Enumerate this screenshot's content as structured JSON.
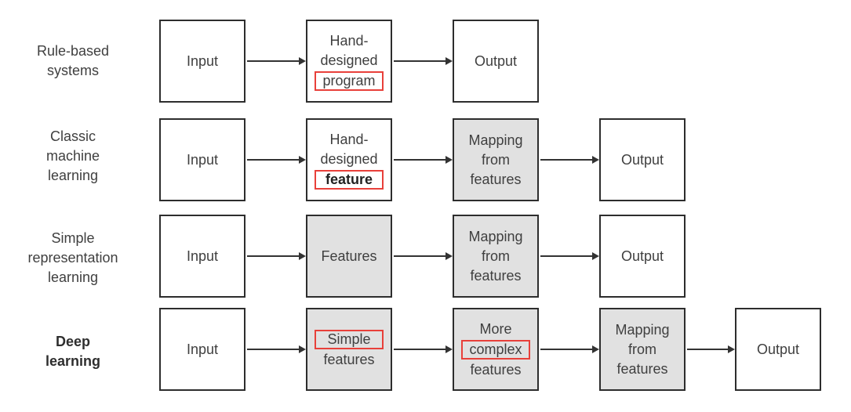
{
  "colors": {
    "box_border": "#2d2d2d",
    "box_fill": "#ffffff",
    "box_fill_shaded": "#e1e1e1",
    "highlight_border": "#e8403a",
    "text": "#3f3f3f",
    "arrow": "#333333"
  },
  "highlighted_words": [
    "program",
    "feature",
    "Simple",
    "complex"
  ],
  "rows": [
    {
      "label_lines": [
        "Rule-based",
        "systems"
      ],
      "boxes": [
        {
          "lines": [
            "Input"
          ]
        },
        {
          "lines": [
            "Hand-",
            "designed",
            "program"
          ]
        },
        {
          "lines": [
            "Output"
          ]
        }
      ]
    },
    {
      "label_lines": [
        "Classic",
        "machine",
        "learning"
      ],
      "boxes": [
        {
          "lines": [
            "Input"
          ]
        },
        {
          "lines": [
            "Hand-",
            "designed",
            "feature"
          ]
        },
        {
          "lines": [
            "Mapping",
            "from",
            "features"
          ]
        },
        {
          "lines": [
            "Output"
          ]
        }
      ]
    },
    {
      "label_lines": [
        "Simple",
        "representation",
        "learning"
      ],
      "boxes": [
        {
          "lines": [
            "Input"
          ]
        },
        {
          "lines": [
            "Features"
          ]
        },
        {
          "lines": [
            "Mapping",
            "from",
            "features"
          ]
        },
        {
          "lines": [
            "Output"
          ]
        }
      ]
    },
    {
      "label_lines": [
        "Deep",
        "learning"
      ],
      "boxes": [
        {
          "lines": [
            "Input"
          ]
        },
        {
          "lines": [
            "Simple",
            "features"
          ]
        },
        {
          "lines": [
            "More",
            "complex",
            "features"
          ]
        },
        {
          "lines": [
            "Mapping",
            "from",
            "features"
          ]
        },
        {
          "lines": [
            "Output"
          ]
        }
      ]
    }
  ]
}
